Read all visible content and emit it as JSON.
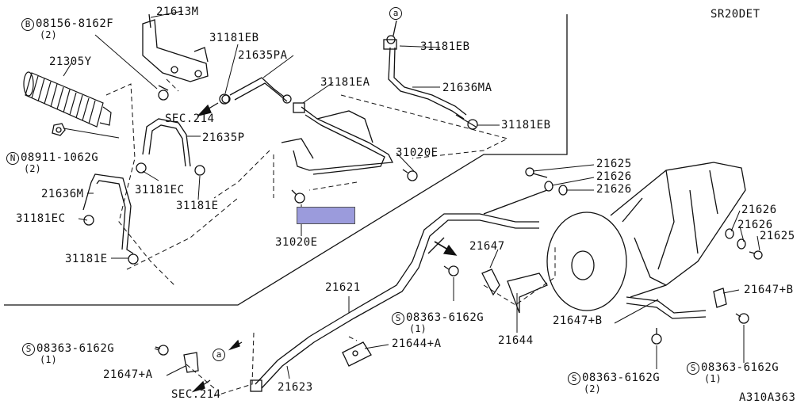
{
  "engine": "SR20DET",
  "diagram_id": "A310A363",
  "highlight_color": "#9b9bdc",
  "ref_circle": "a",
  "section_labels": {
    "upper": "SEC.214",
    "lower": "SEC.214"
  },
  "callouts": {
    "p21613M": "21613M",
    "b08156": "08156-8162F",
    "b08156_qty": "(2)",
    "b08156_prefix": "B",
    "p21305Y": "21305Y",
    "p31181EB_a": "31181EB",
    "p21635PA": "21635PA",
    "p31181EB_b": "31181EB",
    "p21636MA": "21636MA",
    "p31181EA": "31181EA",
    "p31181EB_c": "31181EB",
    "n08911": "08911-1062G",
    "n08911_qty": "(2)",
    "n08911_prefix": "N",
    "p21635P": "21635P",
    "p31020E_a": "31020E",
    "p31181EC_a": "31181EC",
    "p21636M": "21636M",
    "p31181E_a": "31181E",
    "p31181EC_b": "31181EC",
    "p31181E_b": "31181E",
    "p31020E_b": "31020E",
    "p21625_a": "21625",
    "p21626_a": "21626",
    "p21626_b": "21626",
    "p21626_c": "21626",
    "p21626_d": "21626",
    "p21625_b": "21625",
    "p21647": "21647",
    "p21621": "21621",
    "s08363_a": "08363-6162G",
    "s08363_a_qty": "(1)",
    "p21644": "21644",
    "p21647B_a": "21647+B",
    "p21647B_b": "21647+B",
    "s08363_b": "08363-6162G",
    "s08363_b_qty": "(1)",
    "p21644A": "21644+A",
    "p21647A": "21647+A",
    "p21623": "21623",
    "s08363_c": "08363-6162G",
    "s08363_c_qty": "(2)",
    "s08363_d": "08363-6162G",
    "s08363_d_qty": "(1)",
    "s_prefix": "S"
  }
}
